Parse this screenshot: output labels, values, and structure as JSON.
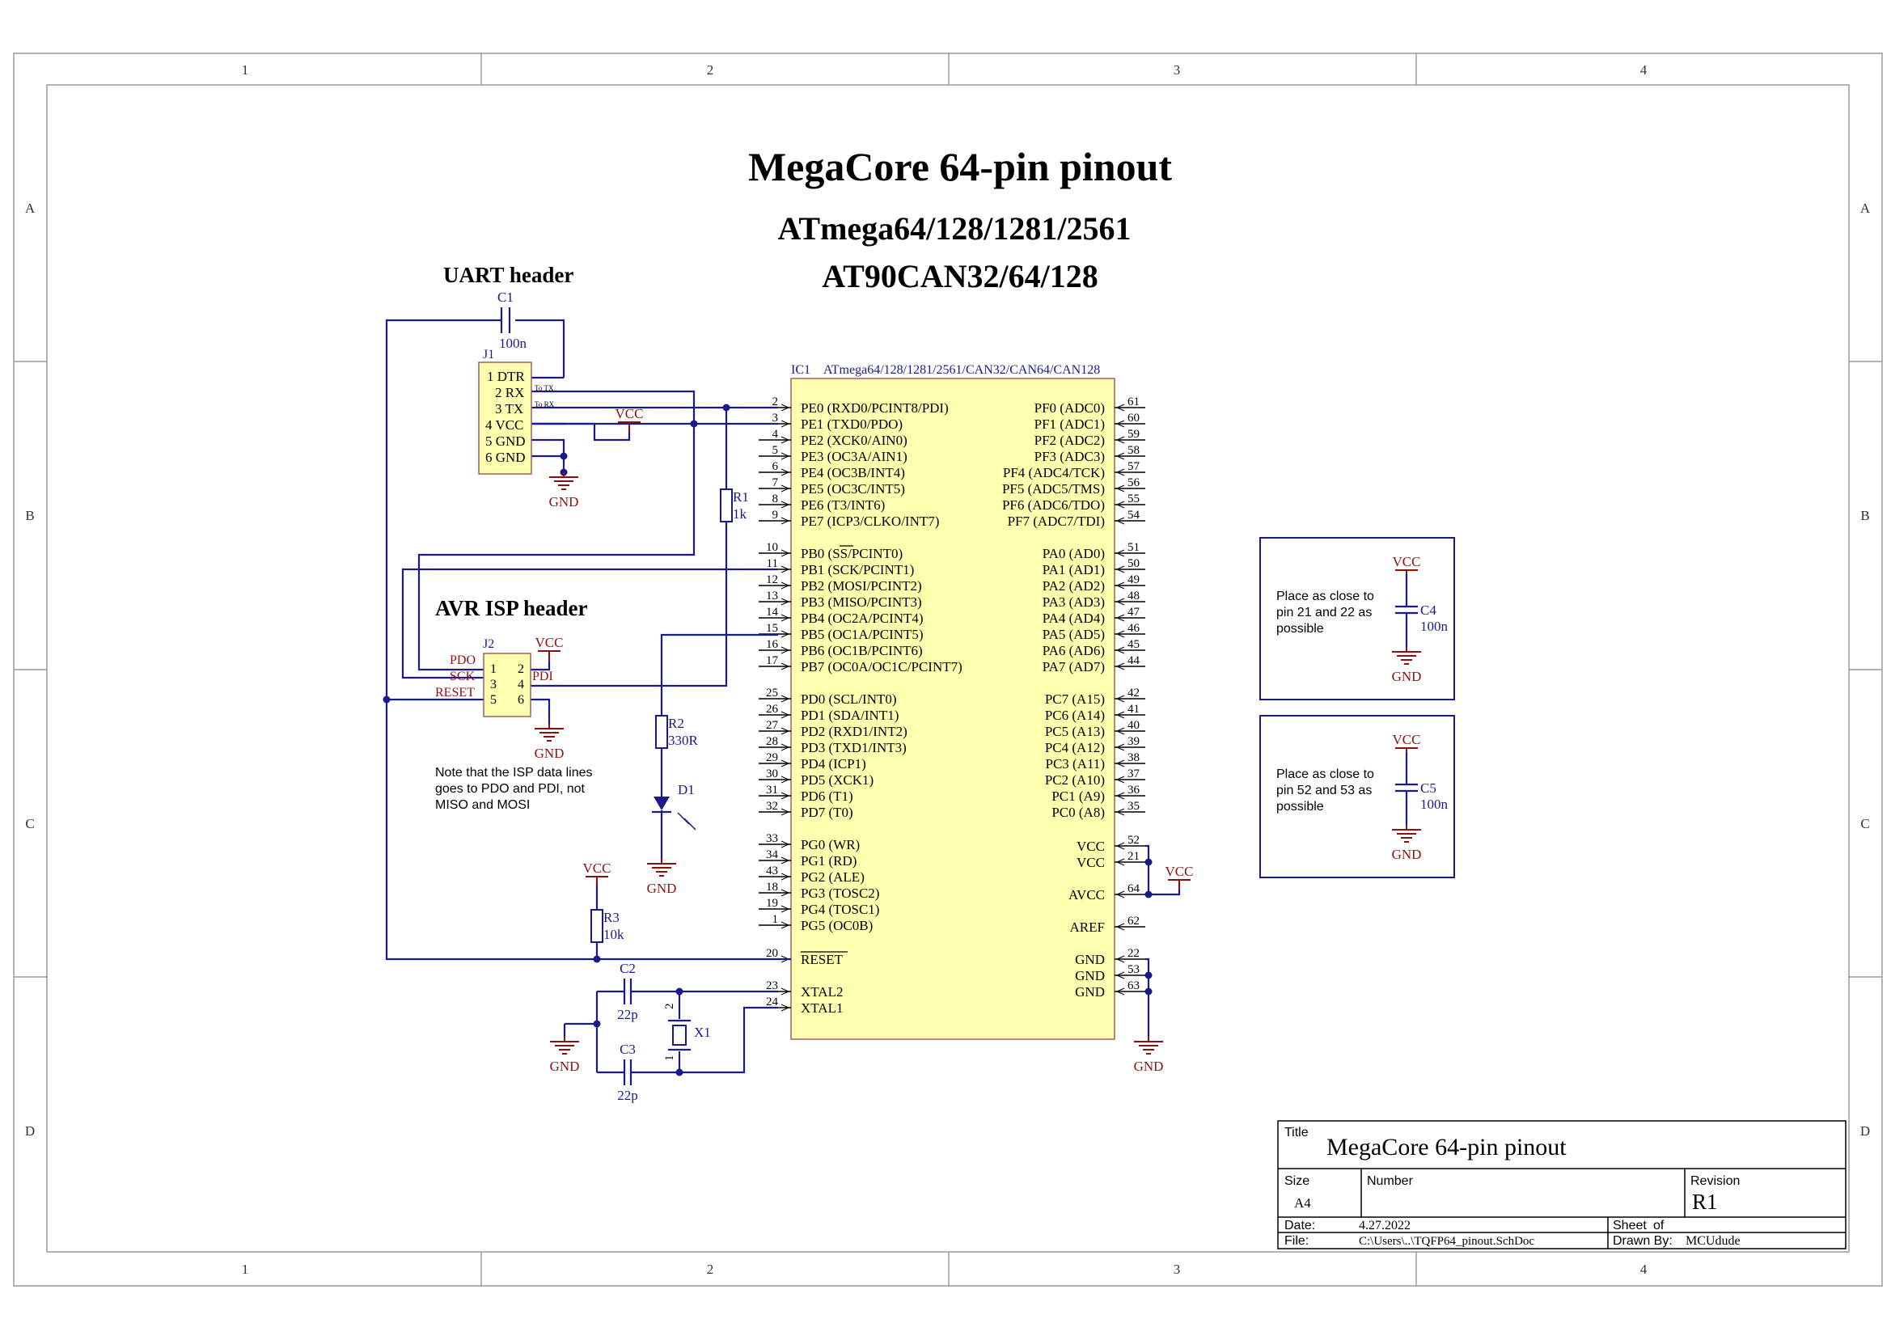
{
  "frame": {
    "cols": [
      "1",
      "2",
      "3",
      "4"
    ],
    "rows": [
      "A",
      "B",
      "C",
      "D"
    ]
  },
  "titles": {
    "main": "MegaCore 64-pin pinout",
    "sub1": "ATmega64/128/1281/2561",
    "sub2": "AT90CAN32/64/128",
    "uart": "UART header",
    "isp": "AVR ISP header"
  },
  "ic1": {
    "designator": "IC1",
    "comment": "ATmega64/128/1281/2561/CAN32/CAN64/CAN128",
    "left_pins": [
      {
        "num": "2",
        "name": "PE0 (RXD0/PCINT8/PDI)"
      },
      {
        "num": "3",
        "name": "PE1 (TXD0/PDO)"
      },
      {
        "num": "4",
        "name": "PE2 (XCK0/AIN0)"
      },
      {
        "num": "5",
        "name": "PE3 (OC3A/AIN1)"
      },
      {
        "num": "6",
        "name": "PE4 (OC3B/INT4)"
      },
      {
        "num": "7",
        "name": "PE5 (OC3C/INT5)"
      },
      {
        "num": "8",
        "name": "PE6 (T3/INT6)"
      },
      {
        "num": "9",
        "name": "PE7 (ICP3/CLKO/INT7)"
      },
      {
        "num": "10",
        "name": "PB0 (SS/PCINT0)"
      },
      {
        "num": "11",
        "name": "PB1 (SCK/PCINT1)"
      },
      {
        "num": "12",
        "name": "PB2 (MOSI/PCINT2)"
      },
      {
        "num": "13",
        "name": "PB3 (MISO/PCINT3)"
      },
      {
        "num": "14",
        "name": "PB4 (OC2A/PCINT4)"
      },
      {
        "num": "15",
        "name": "PB5 (OC1A/PCINT5)"
      },
      {
        "num": "16",
        "name": "PB6 (OC1B/PCINT6)"
      },
      {
        "num": "17",
        "name": "PB7 (OC0A/OC1C/PCINT7)"
      },
      {
        "num": "25",
        "name": "PD0 (SCL/INT0)"
      },
      {
        "num": "26",
        "name": "PD1 (SDA/INT1)"
      },
      {
        "num": "27",
        "name": "PD2 (RXD1/INT2)"
      },
      {
        "num": "28",
        "name": "PD3 (TXD1/INT3)"
      },
      {
        "num": "29",
        "name": "PD4 (ICP1)"
      },
      {
        "num": "30",
        "name": "PD5 (XCK1)"
      },
      {
        "num": "31",
        "name": "PD6 (T1)"
      },
      {
        "num": "32",
        "name": "PD7 (T0)"
      },
      {
        "num": "33",
        "name": "PG0 (WR)"
      },
      {
        "num": "34",
        "name": "PG1 (RD)"
      },
      {
        "num": "43",
        "name": "PG2 (ALE)"
      },
      {
        "num": "18",
        "name": "PG3 (TOSC2)"
      },
      {
        "num": "19",
        "name": "PG4 (TOSC1)"
      },
      {
        "num": "1",
        "name": "PG5 (OC0B)"
      },
      {
        "num": "20",
        "name": "RESET"
      },
      {
        "num": "23",
        "name": "XTAL2"
      },
      {
        "num": "24",
        "name": "XTAL1"
      }
    ],
    "right_pins": [
      {
        "num": "61",
        "name": "PF0 (ADC0)"
      },
      {
        "num": "60",
        "name": "PF1 (ADC1)"
      },
      {
        "num": "59",
        "name": "PF2 (ADC2)"
      },
      {
        "num": "58",
        "name": "PF3 (ADC3)"
      },
      {
        "num": "57",
        "name": "PF4 (ADC4/TCK)"
      },
      {
        "num": "56",
        "name": "PF5 (ADC5/TMS)"
      },
      {
        "num": "55",
        "name": "PF6 (ADC6/TDO)"
      },
      {
        "num": "54",
        "name": "PF7 (ADC7/TDI)"
      },
      {
        "num": "51",
        "name": "PA0 (AD0)"
      },
      {
        "num": "50",
        "name": "PA1 (AD1)"
      },
      {
        "num": "49",
        "name": "PA2 (AD2)"
      },
      {
        "num": "48",
        "name": "PA3 (AD3)"
      },
      {
        "num": "47",
        "name": "PA4 (AD4)"
      },
      {
        "num": "46",
        "name": "PA5 (AD5)"
      },
      {
        "num": "45",
        "name": "PA6 (AD6)"
      },
      {
        "num": "44",
        "name": "PA7 (AD7)"
      },
      {
        "num": "42",
        "name": "PC7 (A15)"
      },
      {
        "num": "41",
        "name": "PC6 (A14)"
      },
      {
        "num": "40",
        "name": "PC5 (A13)"
      },
      {
        "num": "39",
        "name": "PC4 (A12)"
      },
      {
        "num": "38",
        "name": "PC3 (A11)"
      },
      {
        "num": "37",
        "name": "PC2 (A10)"
      },
      {
        "num": "36",
        "name": "PC1 (A9)"
      },
      {
        "num": "35",
        "name": "PC0 (A8)"
      },
      {
        "num": "52",
        "name": "VCC"
      },
      {
        "num": "21",
        "name": "VCC"
      },
      {
        "num": "64",
        "name": "AVCC"
      },
      {
        "num": "62",
        "name": "AREF"
      },
      {
        "num": "22",
        "name": "GND"
      },
      {
        "num": "53",
        "name": "GND"
      },
      {
        "num": "63",
        "name": "GND"
      }
    ]
  },
  "j1": {
    "designator": "J1",
    "pins": [
      "1 DTR",
      "2 RX",
      "3 TX",
      "4 VCC",
      "5 GND",
      "6 GND"
    ],
    "to_tx": "To TX",
    "to_rx": "To RX"
  },
  "j2": {
    "designator": "J2",
    "pins_left": [
      "1",
      "3",
      "5"
    ],
    "pins_right": [
      "2",
      "4",
      "6"
    ],
    "labels": {
      "pdo": "PDO",
      "sck": "SCK",
      "reset": "RESET",
      "pdi": "PDI"
    }
  },
  "parts": {
    "c1": {
      "des": "C1",
      "val": "100n"
    },
    "c2": {
      "des": "C2",
      "val": "22p"
    },
    "c3": {
      "des": "C3",
      "val": "22p"
    },
    "c4": {
      "des": "C4",
      "val": "100n"
    },
    "c5": {
      "des": "C5",
      "val": "100n"
    },
    "r1": {
      "des": "R1",
      "val": "1k"
    },
    "r2": {
      "des": "R2",
      "val": "330R"
    },
    "r3": {
      "des": "R3",
      "val": "10k"
    },
    "d1": {
      "des": "D1"
    },
    "x1": {
      "des": "X1",
      "pin1": "1",
      "pin2": "2"
    }
  },
  "power": {
    "vcc": "VCC",
    "gnd": "GND"
  },
  "notes": {
    "isp": [
      "Note that the ISP data lines",
      "goes to PDO and PDI, not",
      "MISO and MOSI"
    ],
    "c4": [
      "Place as close to",
      "pin 21 and 22 as",
      "possible"
    ],
    "c5": [
      "Place as close to",
      "pin 52 and 53 as",
      "possible"
    ]
  },
  "titleblock": {
    "title_label": "Title",
    "title": "MegaCore 64-pin pinout",
    "size_label": "Size",
    "size": "A4",
    "number_label": "Number",
    "revision_label": "Revision",
    "revision": "R1",
    "date_label": "Date:",
    "date": "4.27.2022",
    "file_label": "File:",
    "file": "C:\\Users\\..\\TQFP64_pinout.SchDoc",
    "sheet_label": "Sheet",
    "of_label": "of",
    "drawn_label": "Drawn By:",
    "drawn": "MCUdude"
  }
}
